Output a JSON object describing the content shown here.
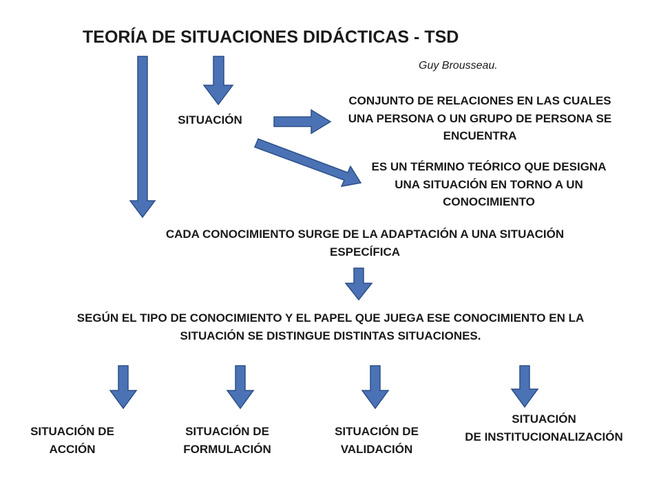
{
  "title": "TEORÍA  DE SITUACIONES DIDÁCTICAS - TSD",
  "author": "Guy  Brousseau.",
  "situacion": "SITUACIÓN",
  "definition_1": "CONJUNTO DE RELACIONES EN LAS CUALES\nUNA PERSONA O UN GRUPO DE PERSONA SE\nENCUENTRA",
  "definition_2": "ES UN TÉRMINO TEÓRICO QUE DESIGNA\nUNA SITUACIÓN EN TORNO A UN\nCONOCIMIENTO",
  "adaptation": "CADA CONOCIMIENTO SURGE DE LA ADAPTACIÓN A UNA SITUACIÓN\nESPECÍFICA",
  "distinction": "SEGÚN EL TIPO DE CONOCIMIENTO Y EL PAPEL QUE JUEGA ESE CONOCIMIENTO EN LA\nSITUACIÓN SE DISTINGUE DISTINTAS SITUACIONES.",
  "situations": [
    "SITUACIÓN DE\nACCIÓN",
    "SITUACIÓN DE\nFORMULACIÓN",
    "SITUACIÓN DE\nVALIDACIÓN",
    "SITUACIÓN\nDE  INSTITUCIONALIZACIÓN"
  ],
  "colors": {
    "arrow_fill": "#4a72b5",
    "arrow_stroke": "#2d4f88"
  }
}
